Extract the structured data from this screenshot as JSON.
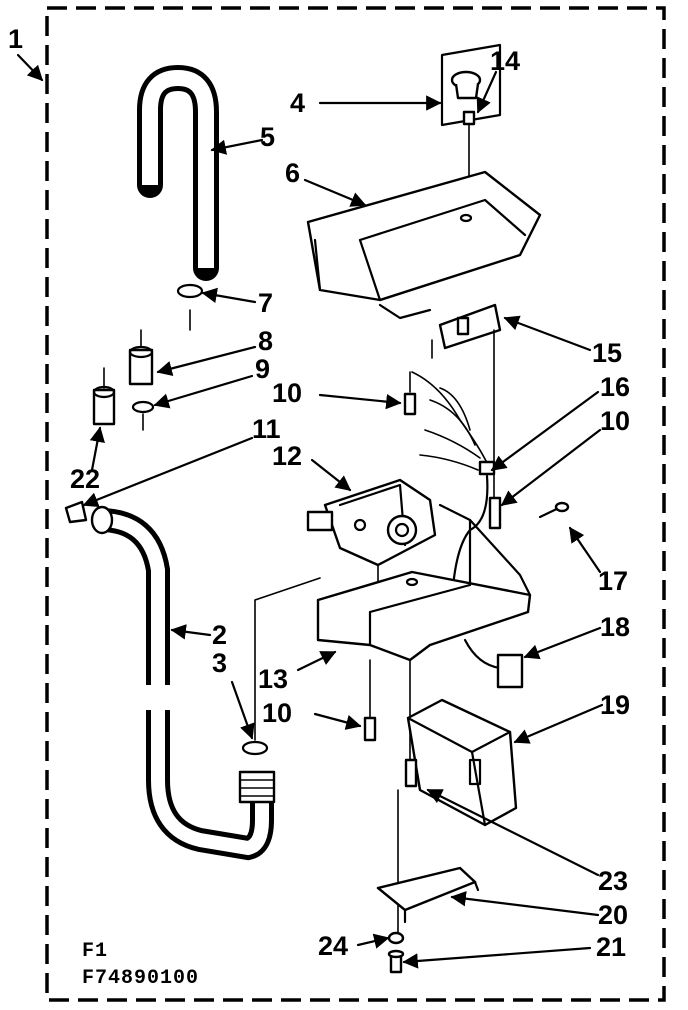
{
  "diagram": {
    "callouts": {
      "c1": "1",
      "c2": "2",
      "c3": "3",
      "c4": "4",
      "c5": "5",
      "c6": "6",
      "c7": "7",
      "c8": "8",
      "c9": "9",
      "c10a": "10",
      "c10b": "10",
      "c10c": "10",
      "c11": "11",
      "c12": "12",
      "c13": "13",
      "c14": "14",
      "c15": "15",
      "c16": "16",
      "c17": "17",
      "c18": "18",
      "c19": "19",
      "c20": "20",
      "c21": "21",
      "c22": "22",
      "c23": "23",
      "c24": "24"
    },
    "footer": {
      "figure_code": "F1",
      "drawing_number": "F74890100"
    }
  }
}
